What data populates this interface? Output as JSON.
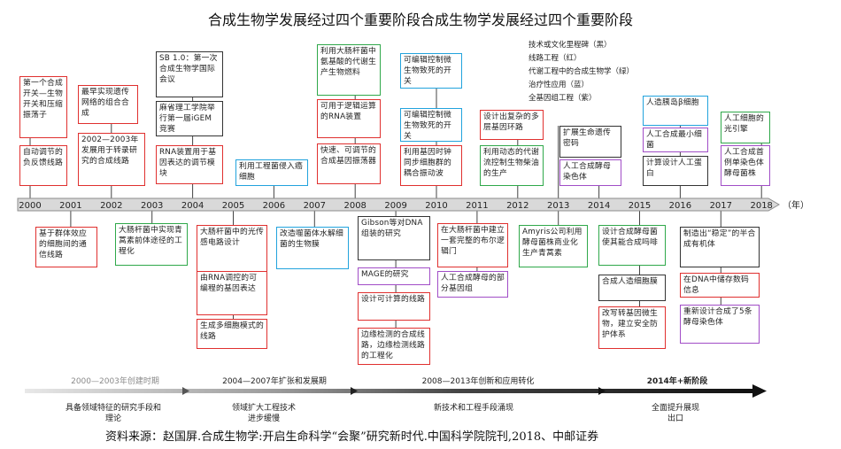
{
  "title": "合成生物学发展经过四个重要阶段合成生物学发展经过四个重要阶段",
  "legend": [
    "技术或文化里程碑（黑）",
    "线路工程（红）",
    "代谢工程中的合成生物学（绿）",
    "治疗性应用（蓝）",
    "全基因组工程（紫）"
  ],
  "axis_unit": "（年）",
  "years": [
    "2000",
    "2001",
    "2002",
    "2003",
    "2004",
    "2005",
    "2006",
    "2007",
    "2008",
    "2009",
    "2010",
    "2011",
    "2012",
    "2013",
    "2014",
    "2015",
    "2016",
    "2017",
    "2018"
  ],
  "colors": {
    "gray": "#333333",
    "red": "#e0302f",
    "green": "#2fa84a",
    "blue": "#22a3dd",
    "purple": "#a14dc7"
  },
  "events_above": [
    {
      "text": "第一个合成开关—生物开关和压缩振荡子",
      "color": "red",
      "year": 2000
    },
    {
      "text": "自动调节的负反馈线路",
      "color": "red",
      "year": 2000
    },
    {
      "text": "最早实现遗传网络的组合合成",
      "color": "red",
      "year": 2002
    },
    {
      "text": "2002—2003年发展用于转录研究的合成线路",
      "color": "red",
      "year": 2002
    },
    {
      "text": "SB 1.0：第一次合成生物学国际会议",
      "color": "gray",
      "year": 2004
    },
    {
      "text": "麻省理工学院举行第一届iGEM竞赛",
      "color": "gray",
      "year": 2004
    },
    {
      "text": "RNA装置用于基因表达的调节模块",
      "color": "red",
      "year": 2004
    },
    {
      "text": "利用工程菌侵入癌细胞",
      "color": "blue",
      "year": 2006
    },
    {
      "text": "利用大肠杆菌中氨基酸的代谢生产生物燃料",
      "color": "green",
      "year": 2008
    },
    {
      "text": "可用于逻辑运算的RNA装置",
      "color": "red",
      "year": 2008
    },
    {
      "text": "快速、可调节的合成基因振荡器",
      "color": "red",
      "year": 2008
    },
    {
      "text": "可编辑控制微生物致死的开关",
      "color": "blue",
      "year": 2010
    },
    {
      "text": "可编辑控制微生物致死的开关",
      "color": "blue",
      "year": 2010
    },
    {
      "text": "利用基因时钟同步细胞群的耦合振动波",
      "color": "red",
      "year": 2010
    },
    {
      "text": "设计出复杂的多层基因环路",
      "color": "red",
      "year": 2012
    },
    {
      "text": "利用动态的代谢流控制生物柴油的生产",
      "color": "green",
      "year": 2012
    },
    {
      "text": "扩展生命遗传密码",
      "color": "gray",
      "year": 2013
    },
    {
      "text": "人工合成酵母染色体",
      "color": "purple",
      "year": 2014
    },
    {
      "text": "人造胰岛β细胞",
      "color": "blue",
      "year": 2016
    },
    {
      "text": "人工合成最小细菌",
      "color": "purple",
      "year": 2016
    },
    {
      "text": "计算设计人工蛋白",
      "color": "gray",
      "year": 2016
    },
    {
      "text": "人工细胞的光引擎",
      "color": "green",
      "year": 2018
    },
    {
      "text": "人工合成首例单染色体酵母菌株",
      "color": "purple",
      "year": 2018
    }
  ],
  "events_below": [
    {
      "text": "基于群体效应的细胞间的通信线路",
      "color": "red",
      "year": 2001
    },
    {
      "text": "大肠杆菌中实现青蒿素前体途径的工程化",
      "color": "green",
      "year": 2003
    },
    {
      "text": "大肠杆菌中的光传感电路设计",
      "color": "red",
      "year": 2005
    },
    {
      "text": "由RNA调控的可编程的基因表达",
      "color": "red",
      "year": 2005
    },
    {
      "text": "生成多细胞模式的线路",
      "color": "red",
      "year": 2005
    },
    {
      "text": "改造噬菌体水解细菌的生物膜",
      "color": "blue",
      "year": 2007
    },
    {
      "text": "Gibson等对DNA组装的研究",
      "color": "gray",
      "year": 2009
    },
    {
      "text": "MAGE的研究",
      "color": "purple",
      "year": 2009
    },
    {
      "text": "设计可计算的线路",
      "color": "red",
      "year": 2009
    },
    {
      "text": "边缘检测的合成线路，边缘检测线路的工程化",
      "color": "red",
      "year": 2009
    },
    {
      "text": "在大肠杆菌中建立一套完整的布尔逻辑门",
      "color": "red",
      "year": 2011
    },
    {
      "text": "人工合成酵母的部分基因组",
      "color": "purple",
      "year": 2011
    },
    {
      "text": "Amyris公司利用酵母菌株商业化生产青蒿素",
      "color": "green",
      "year": 2013
    },
    {
      "text": "设计合成酵母菌使其能合成吗啡",
      "color": "green",
      "year": 2015
    },
    {
      "text": "合成人造细胞膜",
      "color": "gray",
      "year": 2015
    },
    {
      "text": "改写转基因微生物，建立安全防护体系",
      "color": "red",
      "year": 2015
    },
    {
      "text": "制造出“稳定”的半合成有机体",
      "color": "gray",
      "year": 2017
    },
    {
      "text": "在DNA中储存数码信息",
      "color": "red",
      "year": 2017
    },
    {
      "text": "重新设计合成了5条酵母染色体",
      "color": "purple",
      "year": 2017
    }
  ],
  "phases": [
    {
      "label": "2000—2003年创建时期",
      "desc": "具备领域特征的研究手段和理论"
    },
    {
      "label": "2004—2007年扩张和发展期",
      "desc": "领域扩大工程技术进步缓慢"
    },
    {
      "label": "2008—2013年创新和应用转化",
      "desc": "新技术和工程手段涌现"
    },
    {
      "label": "2014年+新阶段",
      "desc": "全面提升展现出口"
    }
  ],
  "source": "资料来源：赵国屏.合成生物学:开启生命科学“会聚”研究新时代.中国科学院院刊,2018、中邮证券"
}
